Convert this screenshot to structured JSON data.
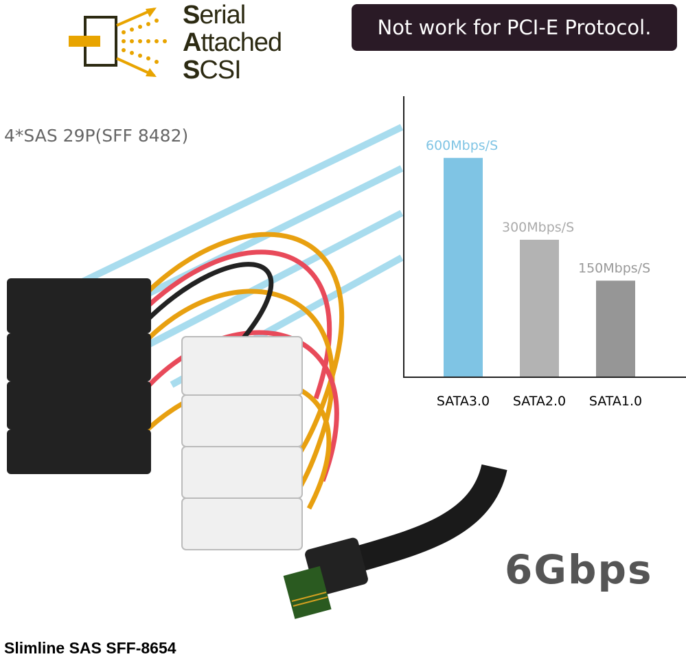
{
  "logo": {
    "line1_initial": "S",
    "line1_rest": "erial",
    "line2_initial": "A",
    "line2_rest": "ttached",
    "line3_initial": "S",
    "line3_rest": "CSI",
    "accent": "#e8a400"
  },
  "notice": "Not work for PCI-E Protocol.",
  "sas_connector_label": "4*SAS 29P(SFF 8482)",
  "slimline_label": "Slimline SAS SFF-8654",
  "speed_label": "6Gbps",
  "chart_data": {
    "type": "bar",
    "categories": [
      "SATA3.0",
      "SATA2.0",
      "SATA1.0"
    ],
    "values": [
      600,
      300,
      150
    ],
    "data_labels": [
      "600Mbps/S",
      "300Mbps/S",
      "150Mbps/S"
    ],
    "colors": [
      "#7fc4e4",
      "#b3b3b3",
      "#969696"
    ],
    "label_colors": [
      "#7fc4e4",
      "#aaaaaa",
      "#999999"
    ],
    "grid": false
  }
}
